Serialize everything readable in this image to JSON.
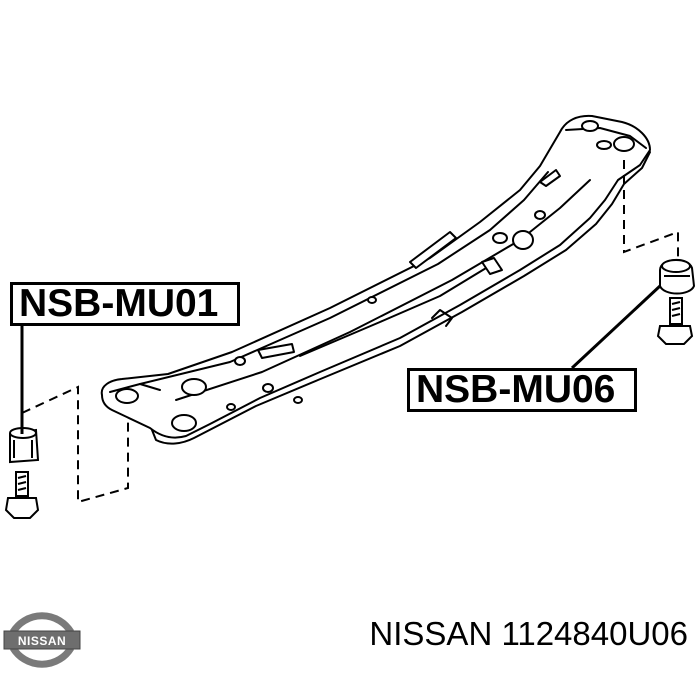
{
  "callouts": {
    "left_part": "NSB-MU01",
    "right_part": "NSB-MU06"
  },
  "brand": {
    "logo_text": "NISSAN",
    "part_line": "NISSAN 1124840U06"
  },
  "icons": {
    "crossmember": "crossmember-diagram",
    "bushing_left": "bushing-icon",
    "bushing_right": "bushing-icon",
    "bolt_left": "bolt-icon",
    "bolt_right": "bolt-icon",
    "logo": "nissan-logo-icon"
  },
  "colors": {
    "line": "#000000",
    "background": "#ffffff"
  }
}
